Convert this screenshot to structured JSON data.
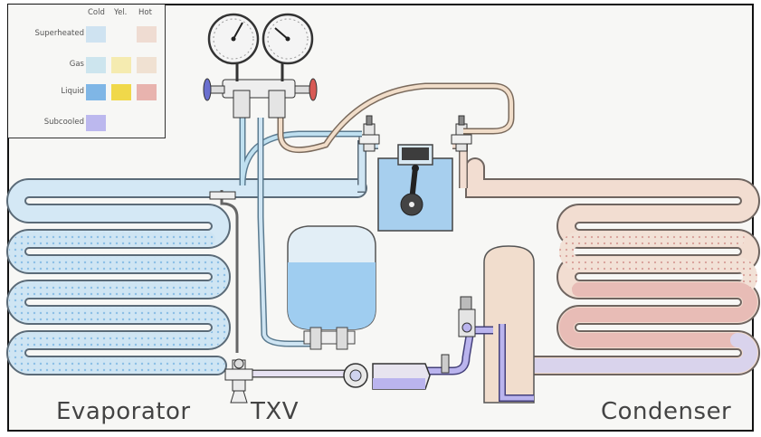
{
  "legend": {
    "columns": [
      "Cold",
      "Yel.",
      "Hot"
    ],
    "rows": [
      {
        "label": "Superheated",
        "colors": [
          "#cfe3f1",
          null,
          "#efdcd2"
        ]
      },
      {
        "label": "Gas",
        "colors": [
          "#cde5ee",
          "#f5ebb0",
          "#f0e1d2"
        ]
      },
      {
        "label": "Liquid",
        "colors": [
          "#7fb6e6",
          "#f0d84a",
          "#e8b3ae"
        ]
      },
      {
        "label": "Subcooled",
        "colors": [
          "#bcb8ee",
          null,
          null
        ]
      }
    ]
  },
  "labels": {
    "evaporator": "Evaporator",
    "txv": "TXV",
    "condenser": "Condenser"
  },
  "colors": {
    "cold_gas": "#cfe5f3",
    "cold_liquid": "#8dc1ea",
    "hot_gas": "#f0ddd0",
    "hot_liquid": "#eab5b0",
    "subcooled": "#b9b6ee",
    "tank": "#a9d4f3",
    "outline": "#555555"
  }
}
